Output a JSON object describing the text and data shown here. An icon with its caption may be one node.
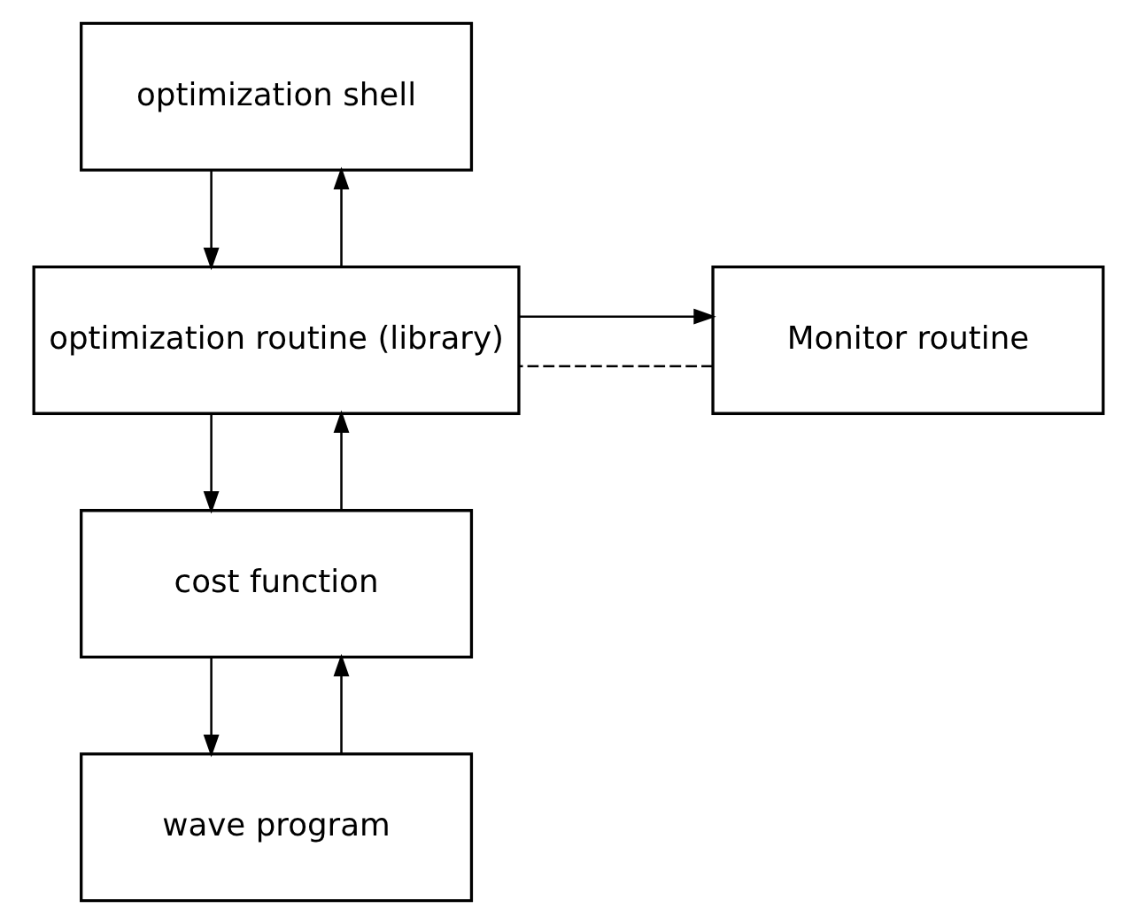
{
  "diagram": {
    "nodes": [
      {
        "text": [
          "optimization shell"
        ]
      },
      {
        "text": [
          "optimization routine (library)"
        ]
      },
      {
        "text": [
          "Monitor routine"
        ]
      },
      {
        "text": [
          "cost function"
        ]
      },
      {
        "text": [
          "wave program"
        ]
      }
    ],
    "edges": [
      {
        "from": 0,
        "to": 1,
        "arrow": "to"
      },
      {
        "from": 1,
        "to": 0,
        "arrow": "to"
      },
      {
        "from": 1,
        "to": 2,
        "arrow": "to"
      },
      {
        "from": 2,
        "to": 1,
        "arrow": "none",
        "style": "dashed"
      },
      {
        "from": 1,
        "to": 3,
        "arrow": "to"
      },
      {
        "from": 3,
        "to": 1,
        "arrow": "to"
      },
      {
        "from": 3,
        "to": 4,
        "arrow": "to"
      },
      {
        "from": 4,
        "to": 3,
        "arrow": "to"
      }
    ]
  }
}
